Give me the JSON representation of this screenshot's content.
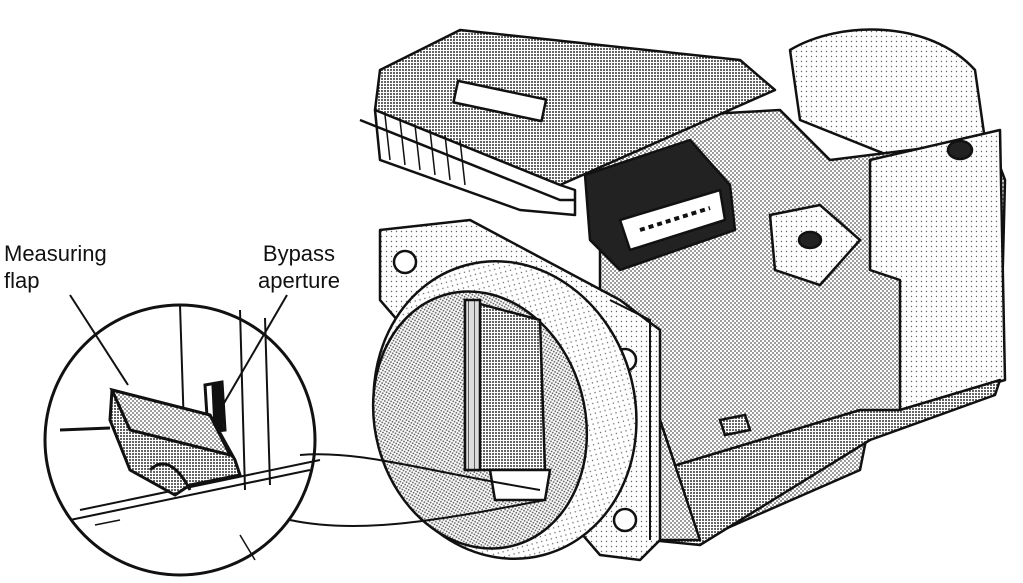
{
  "labels": {
    "measuring_flap": [
      "Measuring",
      "flap"
    ],
    "bypass_aperture": [
      "Bypass",
      "aperture"
    ]
  },
  "colors": {
    "ink": "#111111",
    "stipple": "#8a8a8a",
    "paper": "#ffffff"
  }
}
